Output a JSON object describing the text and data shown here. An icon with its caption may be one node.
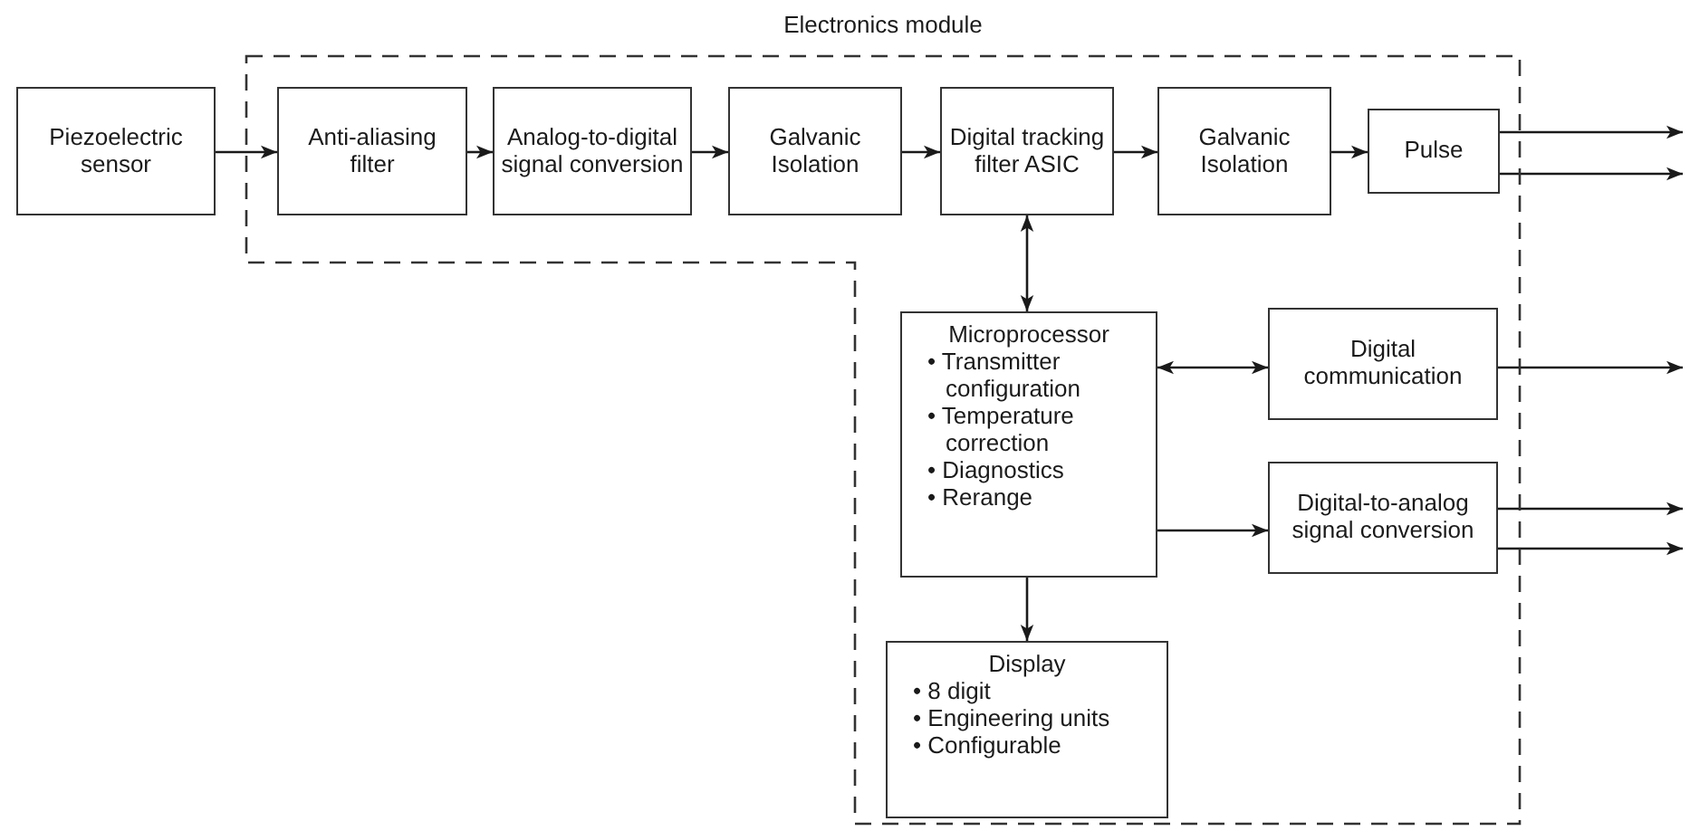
{
  "diagram": {
    "nodes": [
      {
        "text": [
          "Piezoelectric sensor"
        ]
      },
      {
        "text": [
          "Electronics module"
        ]
      },
      {
        "text": [
          "Anti-aliasing filter"
        ],
        "in": 1
      },
      {
        "text": [
          "Analog-to-digital signal conversion"
        ],
        "in": 1
      },
      {
        "text": [
          "Galvanic Isolation"
        ],
        "in": 1
      },
      {
        "text": [
          "Digital tracking filter ASIC"
        ],
        "in": 1
      },
      {
        "text": [
          "Galvanic Isolation"
        ],
        "in": 1
      },
      {
        "text": [
          "Pulse"
        ],
        "in": 1
      },
      {
        "text": [
          "Microprocessor",
          "• Transmitter configuration",
          "• Temperature correction",
          "• Diagnostics",
          "• Rerange"
        ],
        "in": 1
      },
      {
        "text": [
          "Digital communication"
        ],
        "in": 1
      },
      {
        "text": [
          "Digital-to-analog signal conversion"
        ],
        "in": 1
      },
      {
        "text": [
          "Display",
          "• 8 digit",
          "• Engineering units",
          "• Configurable"
        ],
        "in": 1
      }
    ],
    "edges": [
      {
        "from": 0,
        "to": 2,
        "arrow": "to"
      },
      {
        "from": 2,
        "to": 3,
        "arrow": "to"
      },
      {
        "from": 3,
        "to": 4,
        "arrow": "to"
      },
      {
        "from": 4,
        "to": 5,
        "arrow": "to"
      },
      {
        "from": 5,
        "to": 6,
        "arrow": "to"
      },
      {
        "from": 6,
        "to": 7,
        "arrow": "to"
      },
      {
        "from": 7,
        "to": null,
        "arrow": "to"
      },
      {
        "from": 7,
        "to": null,
        "arrow": "to"
      },
      {
        "from": 5,
        "to": 8,
        "arrow": "both"
      },
      {
        "from": 8,
        "to": 9,
        "arrow": "both"
      },
      {
        "from": 9,
        "to": null,
        "arrow": "to"
      },
      {
        "from": 8,
        "to": 10,
        "arrow": "to"
      },
      {
        "from": 10,
        "to": null,
        "arrow": "to"
      },
      {
        "from": 10,
        "to": null,
        "arrow": "to"
      },
      {
        "from": 8,
        "to": 11,
        "arrow": "to"
      }
    ]
  }
}
